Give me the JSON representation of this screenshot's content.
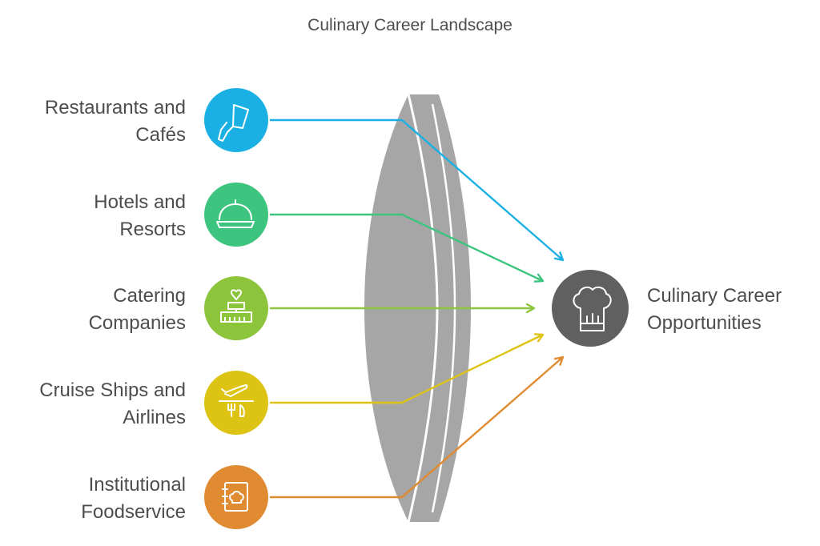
{
  "title": "Culinary Career Landscape",
  "inputs": [
    {
      "line1": "Restaurants and",
      "line2": "Cafés",
      "color": "#1bb0e3",
      "icon": "spatula-icon"
    },
    {
      "line1": "Hotels and",
      "line2": "Resorts",
      "color": "#3dc47f",
      "icon": "cloche-icon"
    },
    {
      "line1": "Catering",
      "line2": "Companies",
      "color": "#8cc43c",
      "icon": "wedding-cake-icon"
    },
    {
      "line1": "Cruise Ships and",
      "line2": "Airlines",
      "color": "#dcc314",
      "icon": "airplane-meal-icon"
    },
    {
      "line1": "Institutional",
      "line2": "Foodservice",
      "color": "#e08b32",
      "icon": "recipe-book-icon"
    }
  ],
  "lens": {
    "color": "#a6a6a6"
  },
  "output": {
    "line1": "Culinary Career",
    "line2": "Opportunities",
    "color": "#606060",
    "icon": "chef-hat-icon"
  }
}
